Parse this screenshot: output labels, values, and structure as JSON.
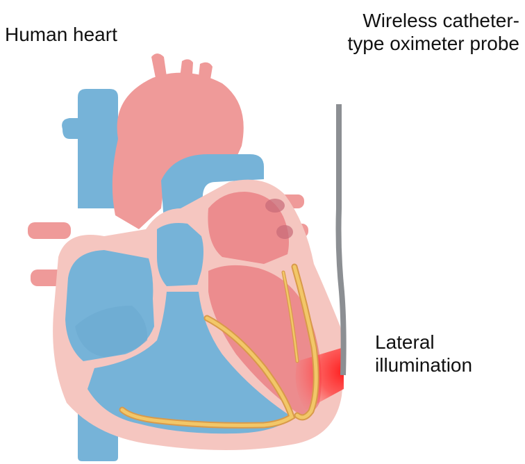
{
  "labels": {
    "heart": "Human heart",
    "probe": [
      "Wireless catheter-",
      "type oximeter probe"
    ],
    "lateral": [
      "Lateral",
      "illumination"
    ]
  },
  "colors": {
    "vein_blue": "#76b3d8",
    "vein_blue_dark": "#4f95c3",
    "artery_pink": "#ef9a99",
    "heart_wall": "#f5c6c0",
    "chamber_red": "#ec8c8e",
    "conduction_yellow": "#f2c768",
    "conduction_outline": "#d99a4a",
    "probe_gray": "#8c8f93",
    "illumination_red": "#ff2a2a"
  }
}
